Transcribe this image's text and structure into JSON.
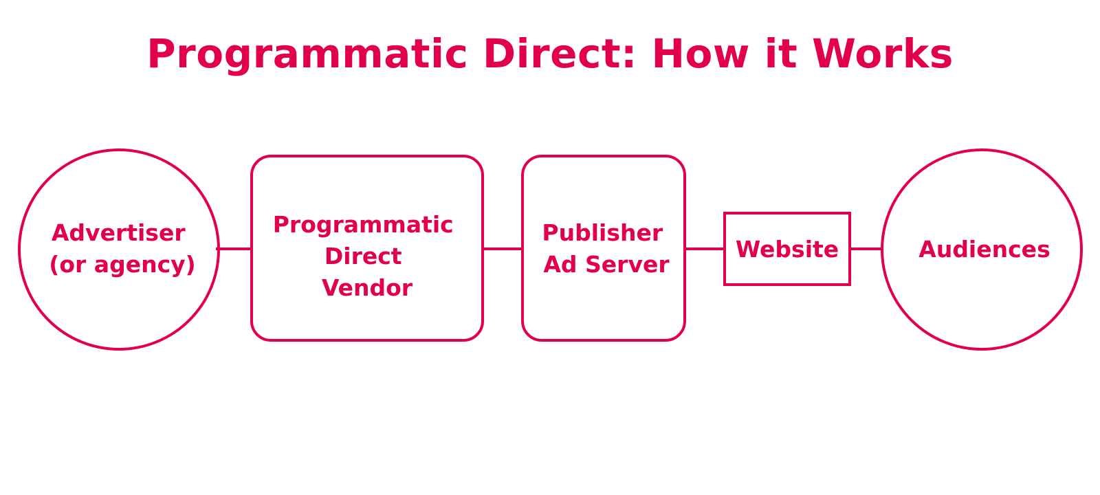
{
  "title": "Programmatic Direct: How it Works",
  "accent_color": "#E2004A",
  "nodes": [
    {
      "id": "advertiser",
      "shape": "circle",
      "lines": [
        "Advertiser",
        "(or agency)"
      ]
    },
    {
      "id": "vendor",
      "shape": "rounded-rect",
      "lines": [
        "Programmatic",
        "Direct",
        "Vendor"
      ]
    },
    {
      "id": "ad-server",
      "shape": "rounded-rect",
      "lines": [
        "Publisher",
        "Ad Server"
      ]
    },
    {
      "id": "website",
      "shape": "rect",
      "lines": [
        "Website"
      ]
    },
    {
      "id": "audiences",
      "shape": "circle",
      "lines": [
        "Audiences"
      ]
    }
  ],
  "edges": [
    {
      "from": "advertiser",
      "to": "vendor"
    },
    {
      "from": "vendor",
      "to": "ad-server"
    },
    {
      "from": "ad-server",
      "to": "website"
    },
    {
      "from": "website",
      "to": "audiences"
    }
  ]
}
